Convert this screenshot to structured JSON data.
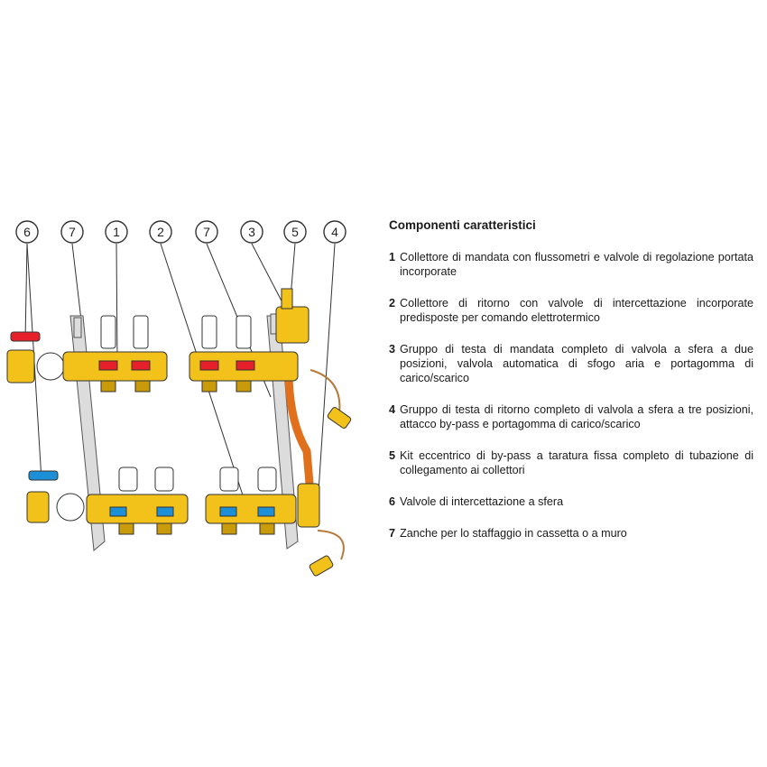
{
  "legend": {
    "title": "Componenti caratteristici",
    "items": [
      {
        "num": "1",
        "text": "Collettore di mandata con flussometri e valvole di regolazione portata incorporate"
      },
      {
        "num": "2",
        "text": "Collettore di ritorno con valvole di intercettazione incorporate predisposte per comando elettrotermico"
      },
      {
        "num": "3",
        "text": "Gruppo di testa di mandata completo di valvola a sfera a due posizioni, valvola automatica di sfogo aria e portagomma di carico/scarico"
      },
      {
        "num": "4",
        "text": "Gruppo di testa di ritorno completo di valvola a sfera a tre posizioni, attacco by-pass e portagomma di carico/scarico"
      },
      {
        "num": "5",
        "text": "Kit eccentrico di by-pass a taratura fissa completo di tubazione di collegamento ai collettori"
      },
      {
        "num": "6",
        "text": "Valvole di intercettazione a sfera"
      },
      {
        "num": "7",
        "text": "Zanche per lo staffaggio in cassetta o a muro"
      }
    ]
  },
  "callouts": [
    "6",
    "7",
    "1",
    "2",
    "7",
    "3",
    "5",
    "4"
  ],
  "colors": {
    "brass": "#f2c21a",
    "brass_dark": "#c99a0a",
    "supply_red": "#e5202a",
    "return_blue": "#1c8fd6",
    "bypass_orange": "#e0701c",
    "bracket_grey": "#d8d8d8",
    "outline": "#333333"
  }
}
